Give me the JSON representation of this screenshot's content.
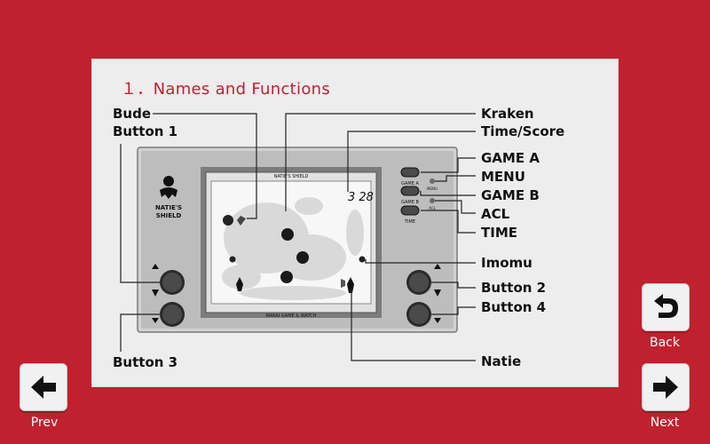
{
  "manual": {
    "section_title": "１．Names and Functions",
    "labels_left": {
      "bude": "Bude",
      "button1": "Button 1",
      "button3": "Button 3"
    },
    "labels_right": {
      "kraken": "Kraken",
      "time_score": "Time/Score",
      "game_a": "GAME A",
      "menu": "MENU",
      "game_b": "GAME B",
      "acl": "ACL",
      "time": "TIME",
      "imomu": "Imomu",
      "button2": "Button 2",
      "button4": "Button 4",
      "natie": "Natie"
    }
  },
  "device": {
    "logo_line1": "NATIE'S",
    "logo_line2": "SHIELD",
    "screen_title": "NATIE'S SHIELD",
    "bottom_text": "MAKAI GAME & WATCH",
    "score_display": "3 28",
    "panel_labels": {
      "game_a": "GAME A",
      "menu": "MENU",
      "game_b": "GAME B",
      "acl": "ACL",
      "time": "TIME"
    }
  },
  "nav": {
    "prev_label": "Prev",
    "back_label": "Back",
    "next_label": "Next",
    "prev_icon": "arrow-left-icon",
    "back_icon": "return-arrow-icon",
    "next_icon": "arrow-right-icon"
  },
  "colors": {
    "background": "#c0212f",
    "page": "#ededed",
    "title": "#c0212f"
  }
}
